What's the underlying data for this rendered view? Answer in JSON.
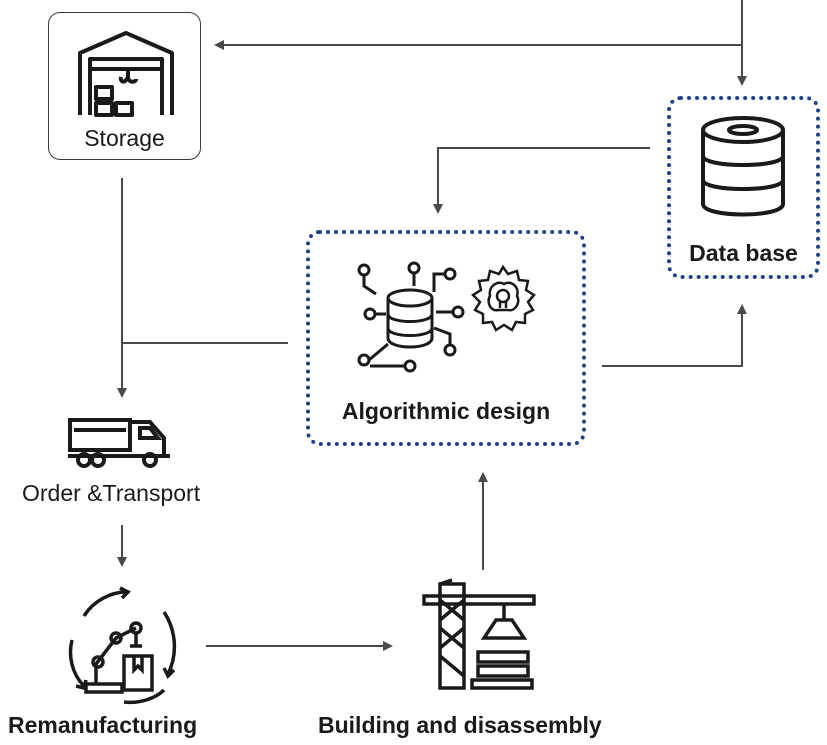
{
  "nodes": {
    "storage": {
      "label": "Storage"
    },
    "database": {
      "label": "Data base"
    },
    "algorithmic_design": {
      "label": "Algorithmic design"
    },
    "order_transport": {
      "label": "Order &Transport"
    },
    "remanufacturing": {
      "label": "Remanufacturing"
    },
    "building_disassembly": {
      "label": "Building and disassembly"
    }
  },
  "colors": {
    "dotted_border": "#1f3f87",
    "line": "#4a4a4a",
    "icon": "#1a1a1a"
  },
  "icons": {
    "storage": "warehouse-icon",
    "database": "database-icon",
    "algorithmic_design": "network-database-icon",
    "algorithmic_design_brain": "brain-gear-icon",
    "order_transport": "truck-icon",
    "remanufacturing": "robot-arm-icon",
    "building_disassembly": "crane-icon"
  }
}
